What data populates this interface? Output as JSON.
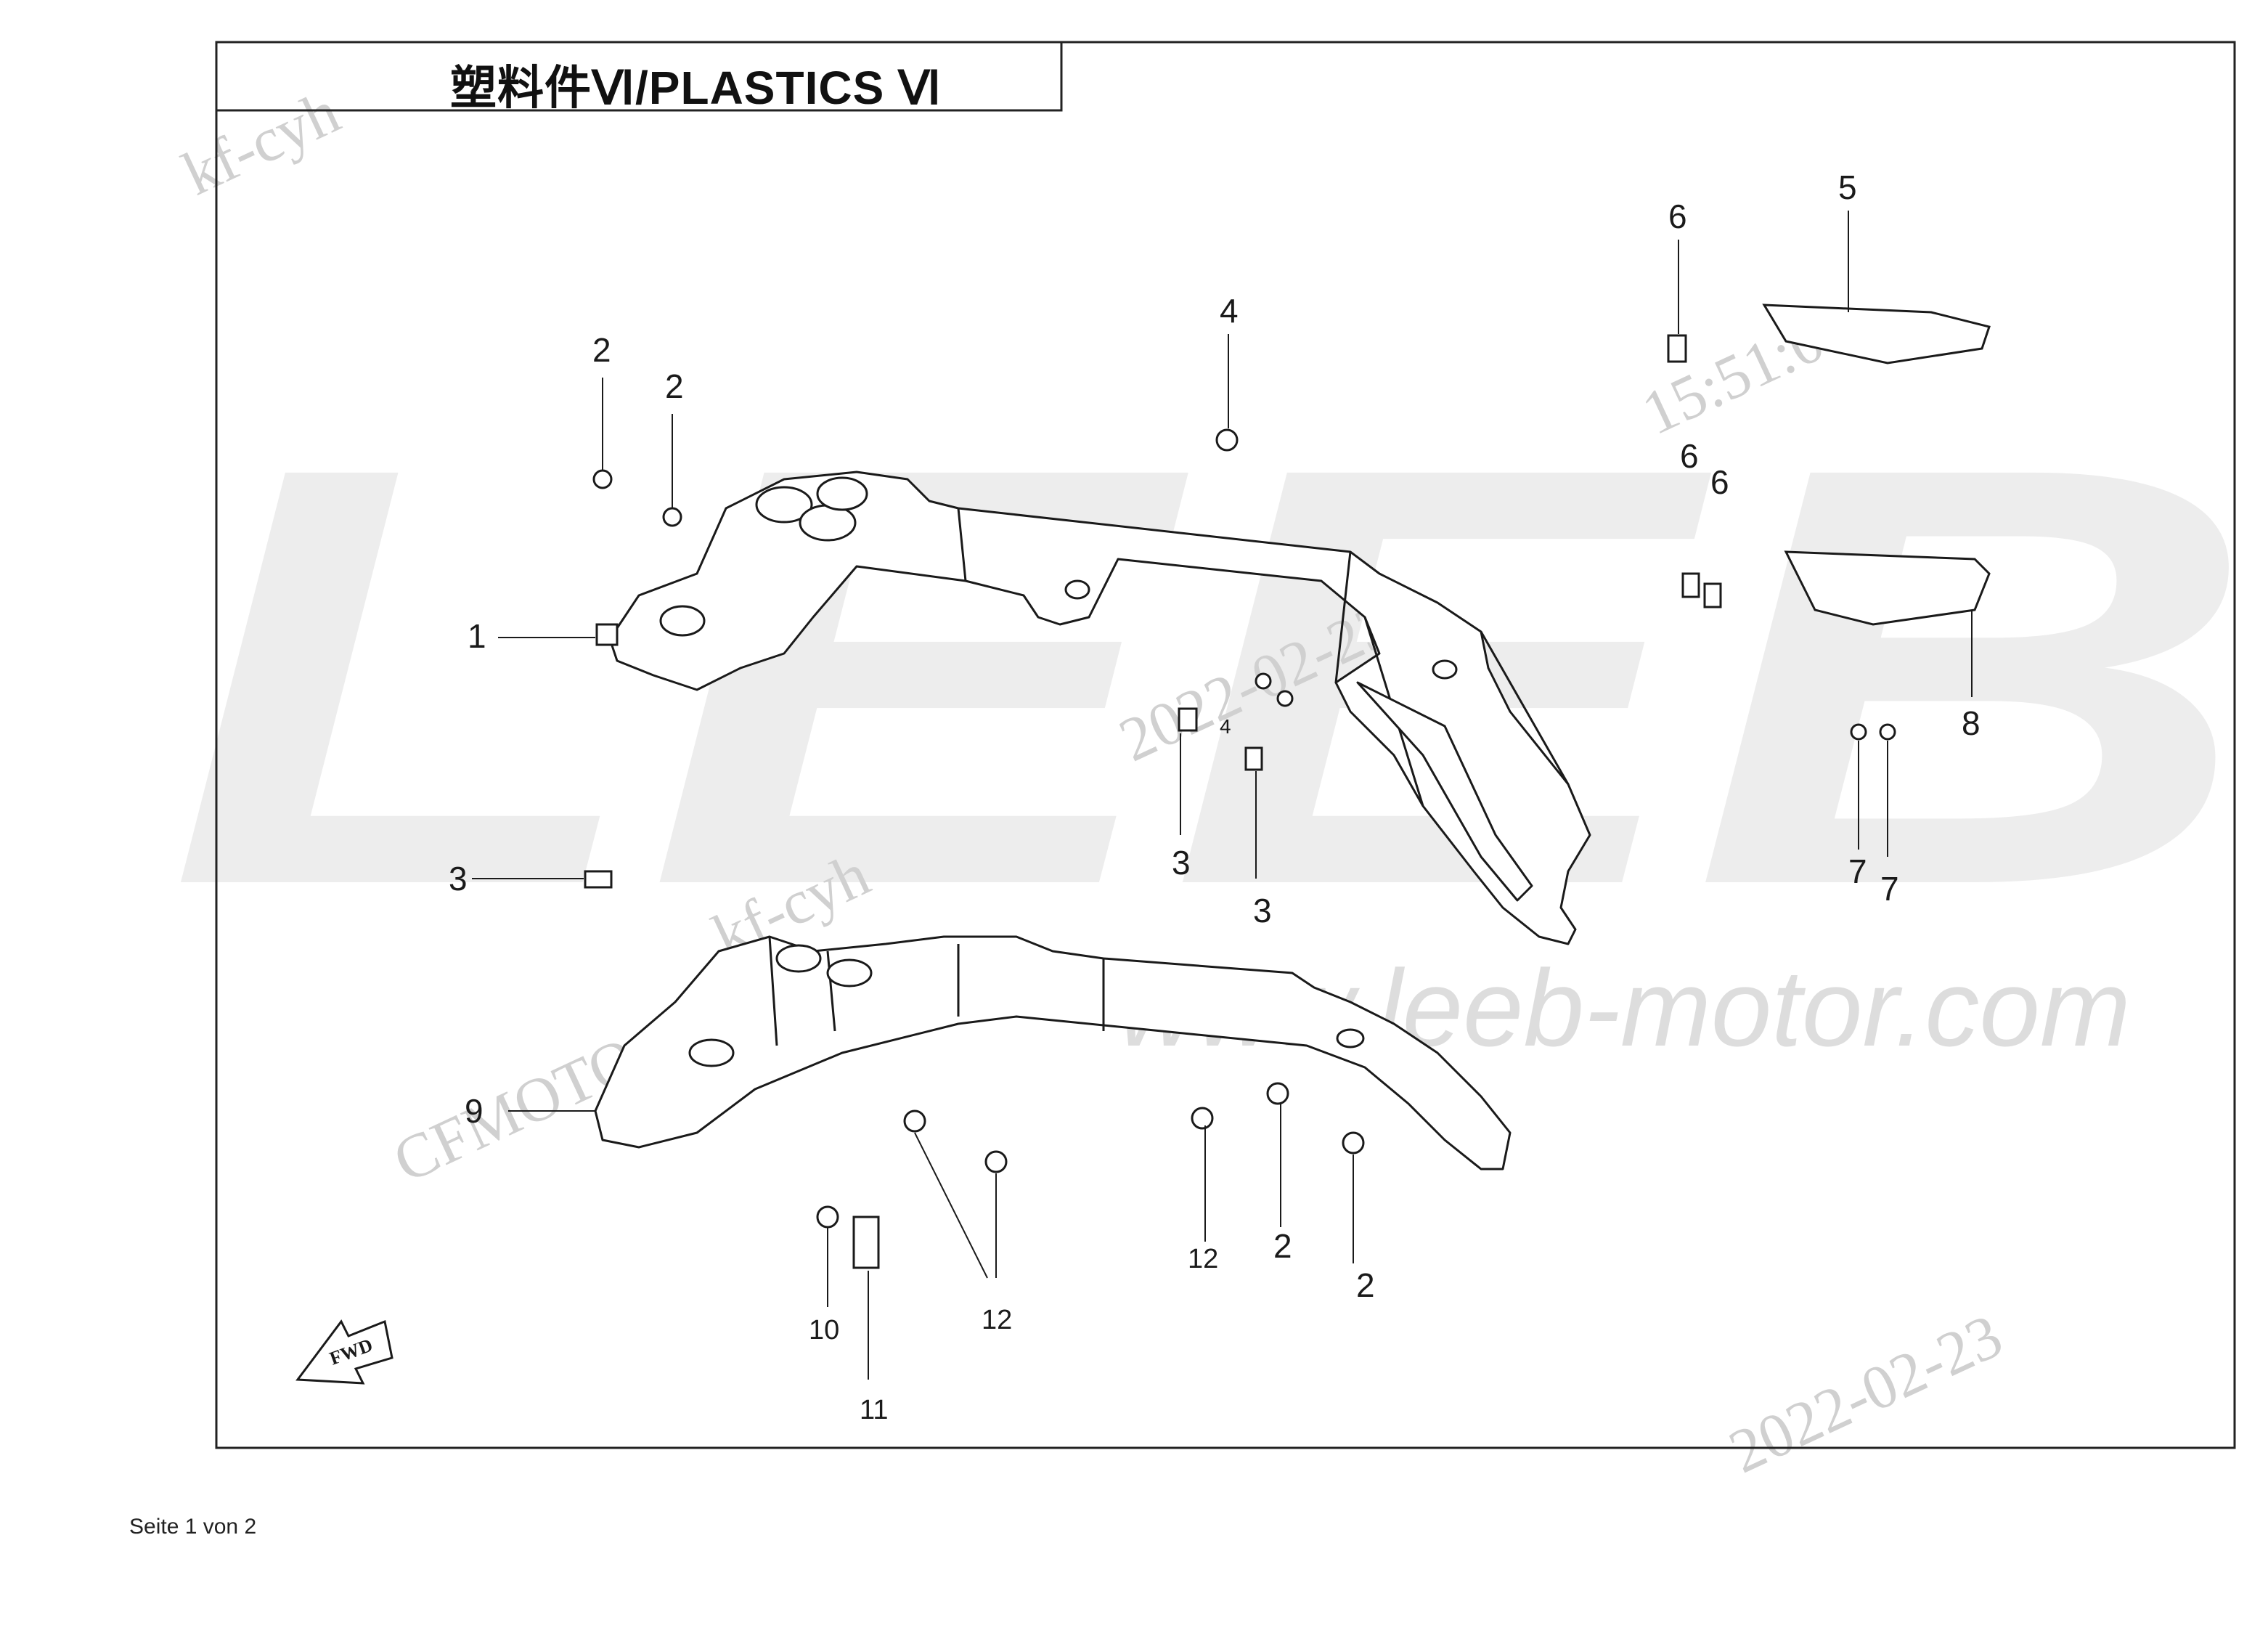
{
  "diagram": {
    "title": "塑料件Ⅵ/PLASTICS Ⅵ",
    "fwd_label": "FWD",
    "callouts": [
      "1",
      "2",
      "2",
      "2",
      "2",
      "3",
      "3",
      "3",
      "4",
      "4",
      "5",
      "6",
      "6",
      "6",
      "7",
      "7",
      "8",
      "9",
      "10",
      "11",
      "12",
      "12"
    ]
  },
  "watermarks": {
    "brand": "LEEB",
    "url": "www.leeb-motor.com",
    "user": "kf-cyh",
    "maker": "CFMOTO",
    "date": "2022-02-23",
    "time": "15:51:08"
  },
  "footer": {
    "page": "Seite 1 von 2"
  },
  "colors": {
    "line": "#1a1a1a",
    "watermark": "#ececec",
    "watermark_text": "#cfcfcf"
  }
}
